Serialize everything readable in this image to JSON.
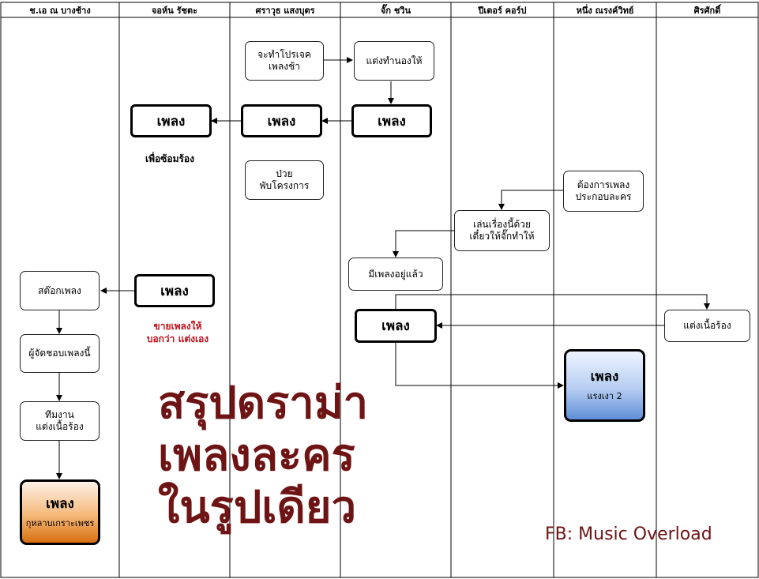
{
  "lanes": [
    "ช.เอ ณ บางช้าง",
    "จอห์น รัชตะ",
    "ศราวุธ แสงบุตร",
    "จั๊ก ชวิน",
    "ปีเตอร์ คอร์ป",
    "หนึ่ง ณรงค์วิทย์",
    "ศิรศักดิ์"
  ],
  "nodes": {
    "project": "จะทำโปรเจค\nเพลงช้า",
    "compose": "แต่งทำนองให้",
    "song_label": "เพลง",
    "for_rehearsal": "เพื่อซ้อมร้อง",
    "sick": "ป่วย\nพับโครงการ",
    "want_song": "ต้องการเพลง\nประกอบละคร",
    "play_story": "เล่นเรื่องนี้ด้วย\nเดี๋ยวให้จั๊กทำให้",
    "have_song": "มีเพลงอยู่แล้ว",
    "stock": "สต๊อกเพลง",
    "producer": "ผู้จัดชอบเพลงนี้",
    "team": "ทีมงาน\nแต่งเนื้อร้อง",
    "lyrics": "แต่งเนื้อร้อง",
    "sell_note": "ขายเพลงให้\nบอกว่า แต่งเอง",
    "final_orange_title": "เพลง",
    "final_orange_sub": "กุหลาบเกราะเพชร",
    "final_blue_title": "เพลง",
    "final_blue_sub": "แรงเงา 2"
  },
  "headline": "สรุปดราม่า\nเพลงละคร\nในรูปเดียว",
  "credit": "FB: Music Overload",
  "colors": {
    "headline": "#6e1414",
    "sell_note": "#c0101a",
    "orange_top": "#fdf1e6",
    "orange_bottom": "#d86f10",
    "blue_top": "#eef4ff",
    "blue_bottom": "#5f8fd8"
  }
}
